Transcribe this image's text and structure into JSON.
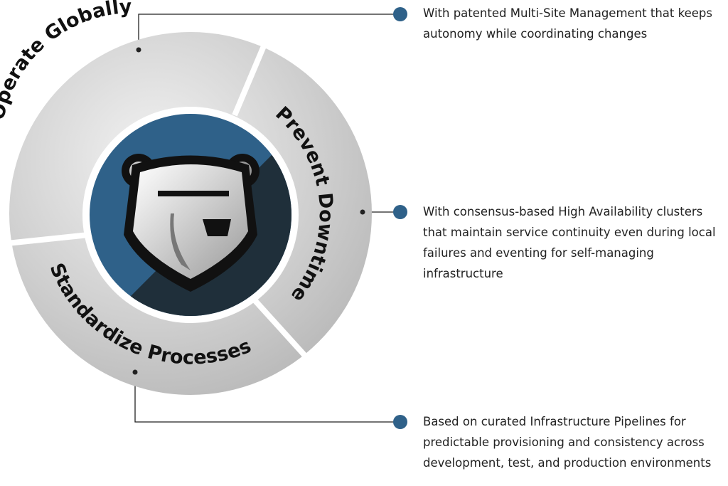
{
  "segments": [
    {
      "label": "Operate Globally",
      "description": "With patented Multi-Site Management that keeps autonomy while coordinating changes"
    },
    {
      "label": "Prevent Downtime",
      "description": "With consensus-based High Availability clusters that maintain service continuity even during local failures and eventing for self-managing infrastructure"
    },
    {
      "label": "Standardize Processes",
      "description": "Based on curated Infrastructure Pipelines for predictable provisioning and consistency across development, test, and production environments"
    }
  ],
  "colors": {
    "accent": "#2f6189",
    "dark": "#1f2f3a",
    "ring": "#d4d4d4"
  }
}
